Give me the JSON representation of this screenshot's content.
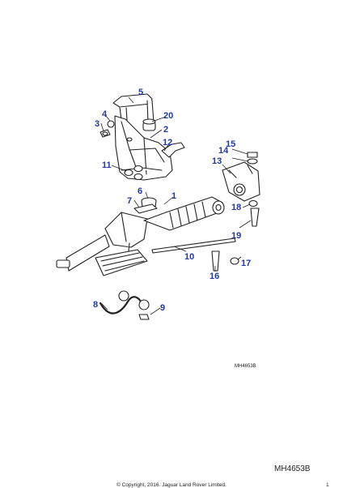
{
  "diagram": {
    "code_small": "MH4653B",
    "code_large": "MH4653B",
    "copyright": "© Copyright, 2016. Jaguar Land Rover Limited.",
    "page_number": "1",
    "callouts": [
      {
        "id": "1",
        "label": "1"
      },
      {
        "id": "2",
        "label": "2"
      },
      {
        "id": "3",
        "label": "3"
      },
      {
        "id": "4",
        "label": "4"
      },
      {
        "id": "5",
        "label": "5"
      },
      {
        "id": "6",
        "label": "6"
      },
      {
        "id": "7",
        "label": "7"
      },
      {
        "id": "8",
        "label": "8"
      },
      {
        "id": "9",
        "label": "9"
      },
      {
        "id": "10",
        "label": "10"
      },
      {
        "id": "11",
        "label": "11"
      },
      {
        "id": "12",
        "label": "12"
      },
      {
        "id": "13",
        "label": "13"
      },
      {
        "id": "14",
        "label": "14"
      },
      {
        "id": "15",
        "label": "15"
      },
      {
        "id": "16",
        "label": "16"
      },
      {
        "id": "17",
        "label": "17"
      },
      {
        "id": "18",
        "label": "18"
      },
      {
        "id": "19",
        "label": "19"
      },
      {
        "id": "20",
        "label": "20"
      }
    ]
  }
}
